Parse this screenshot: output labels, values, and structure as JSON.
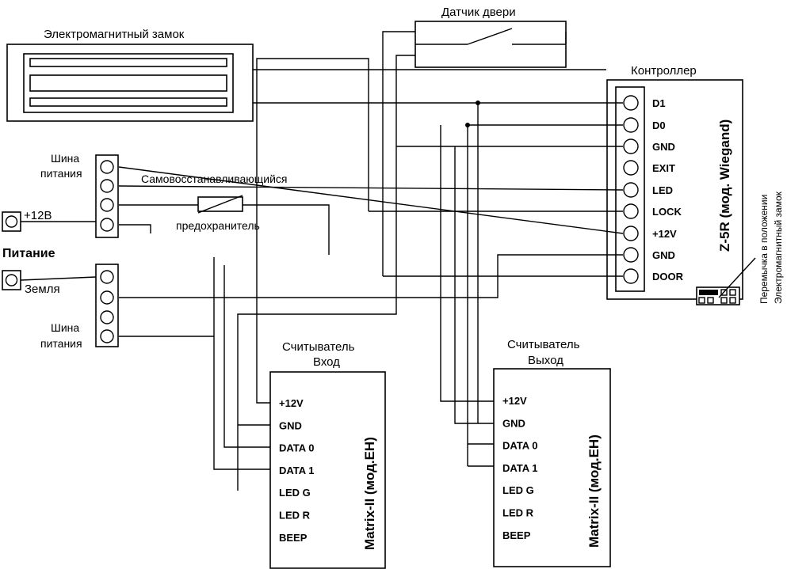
{
  "lock": {
    "title": "Электромагнитный замок"
  },
  "door_sensor": {
    "title": "Датчик двери"
  },
  "controller": {
    "title": "Контроллер",
    "model": "Z-5R (мод. Wiegand)",
    "pins": [
      "D1",
      "D0",
      "GND",
      "EXIT",
      "LED",
      "LOCK",
      "+12V",
      "GND",
      "DOOR"
    ],
    "jumper_note": [
      "Перемычка в положении",
      "Электромагнитный замок"
    ]
  },
  "power": {
    "title": "Питание",
    "plus": "+12В",
    "ground": "Земля",
    "bus_label": [
      "Шина",
      "питания"
    ]
  },
  "fuse": {
    "line1": "Самовосстанавливающийся",
    "line2": "предохранитель"
  },
  "reader_in": {
    "title": [
      "Считыватель",
      "Вход"
    ],
    "model": "Matrix-II (мод.EH)",
    "pins": [
      "+12V",
      "GND",
      "DATA 0",
      "DATA 1",
      "LED G",
      "LED R",
      "BEEP"
    ]
  },
  "reader_out": {
    "title": [
      "Считыватель",
      "Выход"
    ],
    "model": "Matrix-II (мод.EH)",
    "pins": [
      "+12V",
      "GND",
      "DATA 0",
      "DATA 1",
      "LED G",
      "LED R",
      "BEEP"
    ]
  }
}
